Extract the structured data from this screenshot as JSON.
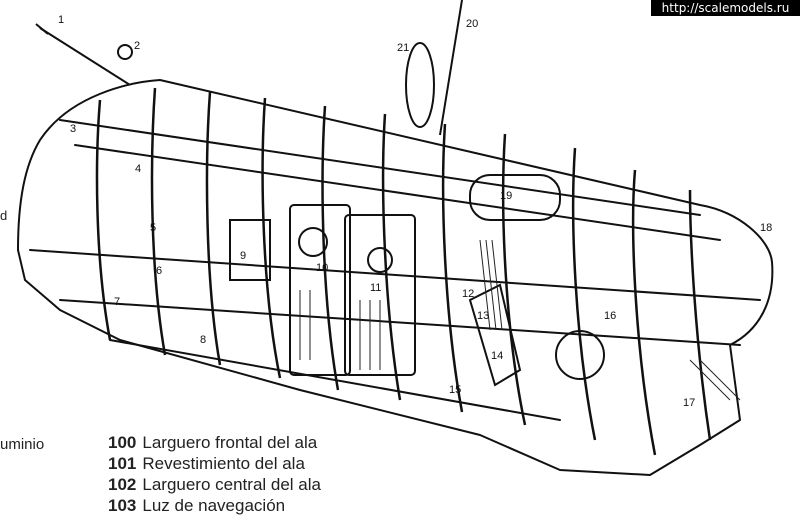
{
  "watermark": "http://scalemodels.ru",
  "callouts": [
    "1",
    "2",
    "3",
    "4",
    "5",
    "6",
    "7",
    "8",
    "9",
    "10",
    "11",
    "12",
    "13",
    "14",
    "15",
    "16",
    "17",
    "18",
    "19",
    "20",
    "21"
  ],
  "edge_fragment": "d",
  "legend_left_fragment": "uminio",
  "legend": [
    {
      "num": "100",
      "text": "Larguero frontal del ala"
    },
    {
      "num": "101",
      "text": "Revestimiento del ala"
    },
    {
      "num": "102",
      "text": "Larguero central del ala"
    },
    {
      "num": "103",
      "text": "Luz de navegación"
    }
  ]
}
